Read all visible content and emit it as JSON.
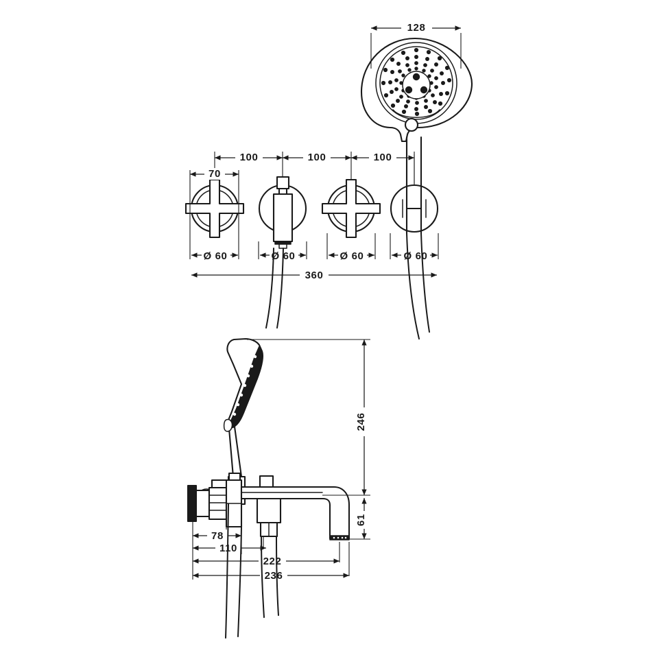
{
  "document": {
    "type": "technical-dimension-drawing",
    "subject": "Wall-mounted bath mixer with hand shower",
    "units": "mm",
    "background_color": "#ffffff",
    "line_color": "#1a1a1a"
  },
  "views": {
    "top": {
      "name": "front-elevation-trim-set",
      "description": "Four wall escutcheons in a row with hand shower above"
    },
    "bottom": {
      "name": "side-elevation-spout",
      "description": "Side view of bath spout with hand shower on holder"
    }
  },
  "dimensions": {
    "handshower_width": "128",
    "escutcheon_offset_70": "70",
    "spacing_1": "100",
    "spacing_2": "100",
    "spacing_3": "100",
    "diameter_1": "Ø 60",
    "diameter_2": "Ø 60",
    "diameter_3": "Ø 60",
    "diameter_4": "Ø 60",
    "total_width": "360",
    "handshower_height": "246",
    "spout_height": "61",
    "depth_78": "78",
    "depth_110": "110",
    "depth_222": "222",
    "depth_236": "236"
  },
  "labels": [
    {
      "id": "d-128",
      "text": "128",
      "view": "top",
      "orientation": "horizontal"
    },
    {
      "id": "d-70",
      "text": "70",
      "view": "top",
      "orientation": "horizontal"
    },
    {
      "id": "d-100a",
      "text": "100",
      "view": "top",
      "orientation": "horizontal"
    },
    {
      "id": "d-100b",
      "text": "100",
      "view": "top",
      "orientation": "horizontal"
    },
    {
      "id": "d-100c",
      "text": "100",
      "view": "top",
      "orientation": "horizontal"
    },
    {
      "id": "d-dia1",
      "text": "Ø 60",
      "view": "top",
      "orientation": "horizontal"
    },
    {
      "id": "d-dia2",
      "text": "Ø 60",
      "view": "top",
      "orientation": "horizontal"
    },
    {
      "id": "d-dia3",
      "text": "Ø 60",
      "view": "top",
      "orientation": "horizontal"
    },
    {
      "id": "d-dia4",
      "text": "Ø 60",
      "view": "top",
      "orientation": "horizontal"
    },
    {
      "id": "d-360",
      "text": "360",
      "view": "top",
      "orientation": "horizontal"
    },
    {
      "id": "d-246",
      "text": "246",
      "view": "bottom",
      "orientation": "vertical"
    },
    {
      "id": "d-61",
      "text": "61",
      "view": "bottom",
      "orientation": "vertical"
    },
    {
      "id": "d-78",
      "text": "78",
      "view": "bottom",
      "orientation": "horizontal"
    },
    {
      "id": "d-110",
      "text": "110",
      "view": "bottom",
      "orientation": "horizontal"
    },
    {
      "id": "d-222",
      "text": "222",
      "view": "bottom",
      "orientation": "horizontal"
    },
    {
      "id": "d-236",
      "text": "236",
      "view": "bottom",
      "orientation": "horizontal"
    }
  ]
}
